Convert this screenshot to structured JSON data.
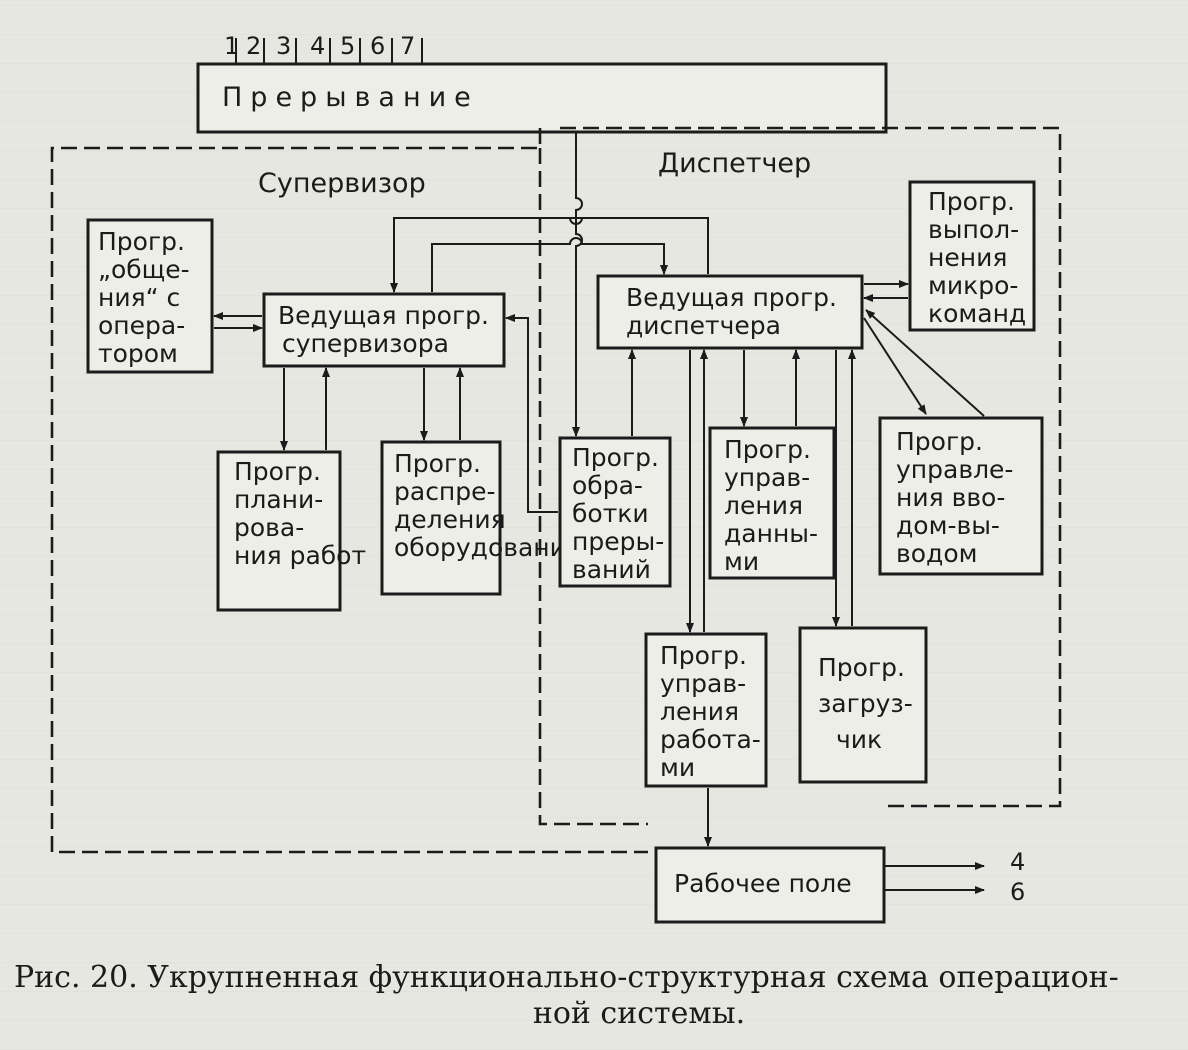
{
  "interrupt_inputs": [
    "1",
    "2",
    "3",
    "4",
    "5",
    "6",
    "7"
  ],
  "interrupt_title": "Прерывание",
  "supervisor": {
    "title": "Супервизор",
    "operator": [
      "Прогр.",
      "„обще-",
      "ния“ с",
      "опера-",
      "тором"
    ],
    "lead": [
      "Ведущая прогр.",
      "супервизора"
    ],
    "planning": [
      "Прогр.",
      "плани-",
      "рова-",
      "ния работ"
    ],
    "allocation": [
      "Прогр.",
      "распре-",
      "деления",
      "оборудования"
    ]
  },
  "dispatcher": {
    "title": "Диспетчер",
    "microcommands": [
      "Прогр.",
      "выпол-",
      "нения",
      "микро-",
      "команд"
    ],
    "lead": [
      "Ведущая прогр.",
      "диспетчера"
    ],
    "interrupt_proc": [
      "Прогр.",
      "обра-",
      "ботки",
      "преры-",
      "ваний"
    ],
    "data": [
      "Прогр.",
      "управ-",
      "ления",
      "данны-",
      "ми"
    ],
    "io": [
      "Прогр.",
      "управле-",
      "ния вво-",
      "дом-вы-",
      "водом"
    ],
    "jobs": [
      "Прогр.",
      "управ-",
      "ления",
      "работа-",
      "ми"
    ],
    "loader": [
      "Прогр.",
      "загруз-",
      "чик"
    ]
  },
  "work_area": {
    "title": "Рабочее поле",
    "outputs": [
      "4",
      "6"
    ]
  },
  "caption": {
    "line1": "Рис. 20. Укрупненная функционально-структурная схема операцион-",
    "line2": "ной системы."
  }
}
